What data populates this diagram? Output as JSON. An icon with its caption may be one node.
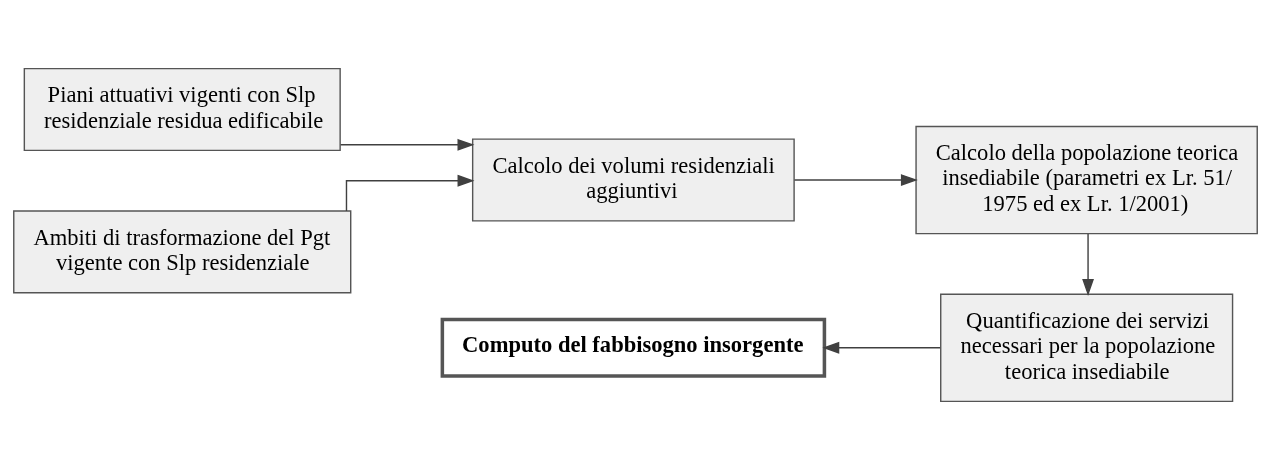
{
  "diagram": {
    "nodes": [
      {
        "text": [
          "Piani attuativi vigenti con Slp residenziale residua edificabile"
        ]
      },
      {
        "text": [
          "Ambiti di trasformazione del Pgt vigente con Slp residenziale"
        ]
      },
      {
        "text": [
          "Calcolo dei volumi residenziali aggiuntivi"
        ]
      },
      {
        "text": [
          "Calcolo della popolazione teorica insediabile (parametri ex Lr. 51/ 1975 ed ex Lr. 1/2001)"
        ]
      },
      {
        "text": [
          "Computo del fabbisogno insorgente"
        ]
      },
      {
        "text": [
          "Quantificazione dei servizi necessari per la popolazione teorica insediabile"
        ]
      }
    ],
    "edges": [
      {
        "from": 0,
        "to": 2,
        "arrow": "to"
      },
      {
        "from": 1,
        "to": 2,
        "arrow": "to"
      },
      {
        "from": 2,
        "to": 3,
        "arrow": "to"
      },
      {
        "from": 3,
        "to": 5,
        "arrow": "to"
      },
      {
        "from": 5,
        "to": 4,
        "arrow": "to"
      }
    ]
  }
}
